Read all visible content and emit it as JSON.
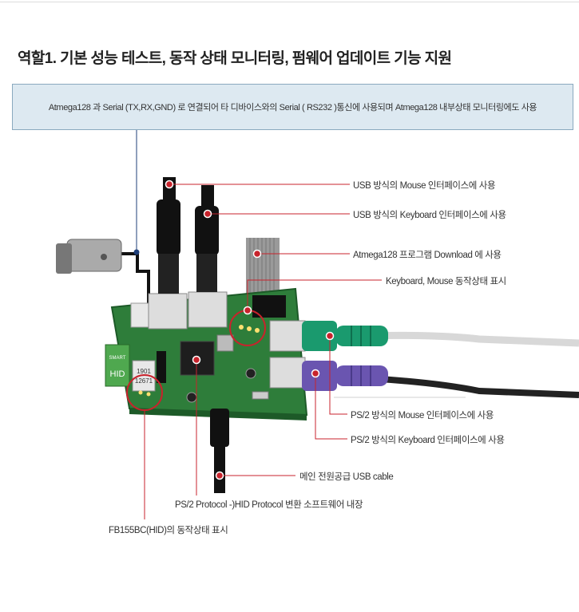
{
  "title": "역할1. 기본 성능 테스트, 동작 상태 모니터링, 펌웨어 업데이트 기능 지원",
  "info_box": "Atmega128 과 Serial (TX,RX,GND) 로 연결되어 타 디바이스와의 Serial ( RS232 )통신에 사용되며 Atmega128 내부상태 모니터링에도 사용",
  "board": {
    "chip_label_1": "1901",
    "chip_label_2": "12671",
    "module_label": "HID",
    "module_label_small": "SMART"
  },
  "callouts": {
    "usb_mouse": "USB 방식의 Mouse 인터페이스에 사용",
    "usb_keyboard": "USB 방식의 Keyboard 인터페이스에 사용",
    "download": "Atmega128 프로그램 Download 에 사용",
    "status_led": "Keyboard, Mouse 동작상태 표시",
    "ps2_mouse": "PS/2 방식의 Mouse 인터페이스에 사용",
    "ps2_keyboard": "PS/2 방식의 Keyboard 인터페이스에 사용",
    "usb_power": "메인 전원공급 USB cable",
    "protocol": "PS/2 Protocol -)HID Protocol 변환 소프트웨어 내장",
    "fb155_status": "FB155BC(HID)의 동작상태 표시"
  },
  "colors": {
    "callout_line": "#c8232c",
    "board": "#2e7d3a",
    "ps2_mouse_plug": "#1a9a6e",
    "ps2_keyboard_plug": "#6a55b0",
    "info_box_bg": "#dde9f1"
  }
}
